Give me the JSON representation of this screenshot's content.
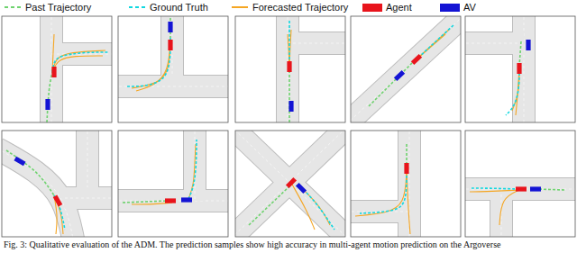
{
  "diagram": {
    "caption": "Fig. 3: Qualitative evaluation of the ADM. The prediction samples show high accuracy in multi-agent motion prediction on the Argoverse",
    "legend": [
      {
        "text": "Past Trajectory"
      },
      {
        "text": "Ground Truth"
      },
      {
        "text": "Forecasted Trajectory"
      },
      {
        "text": "Agent",
        "color": "#e8141c"
      },
      {
        "text": "AV",
        "color": "#1414d4"
      }
    ]
  }
}
